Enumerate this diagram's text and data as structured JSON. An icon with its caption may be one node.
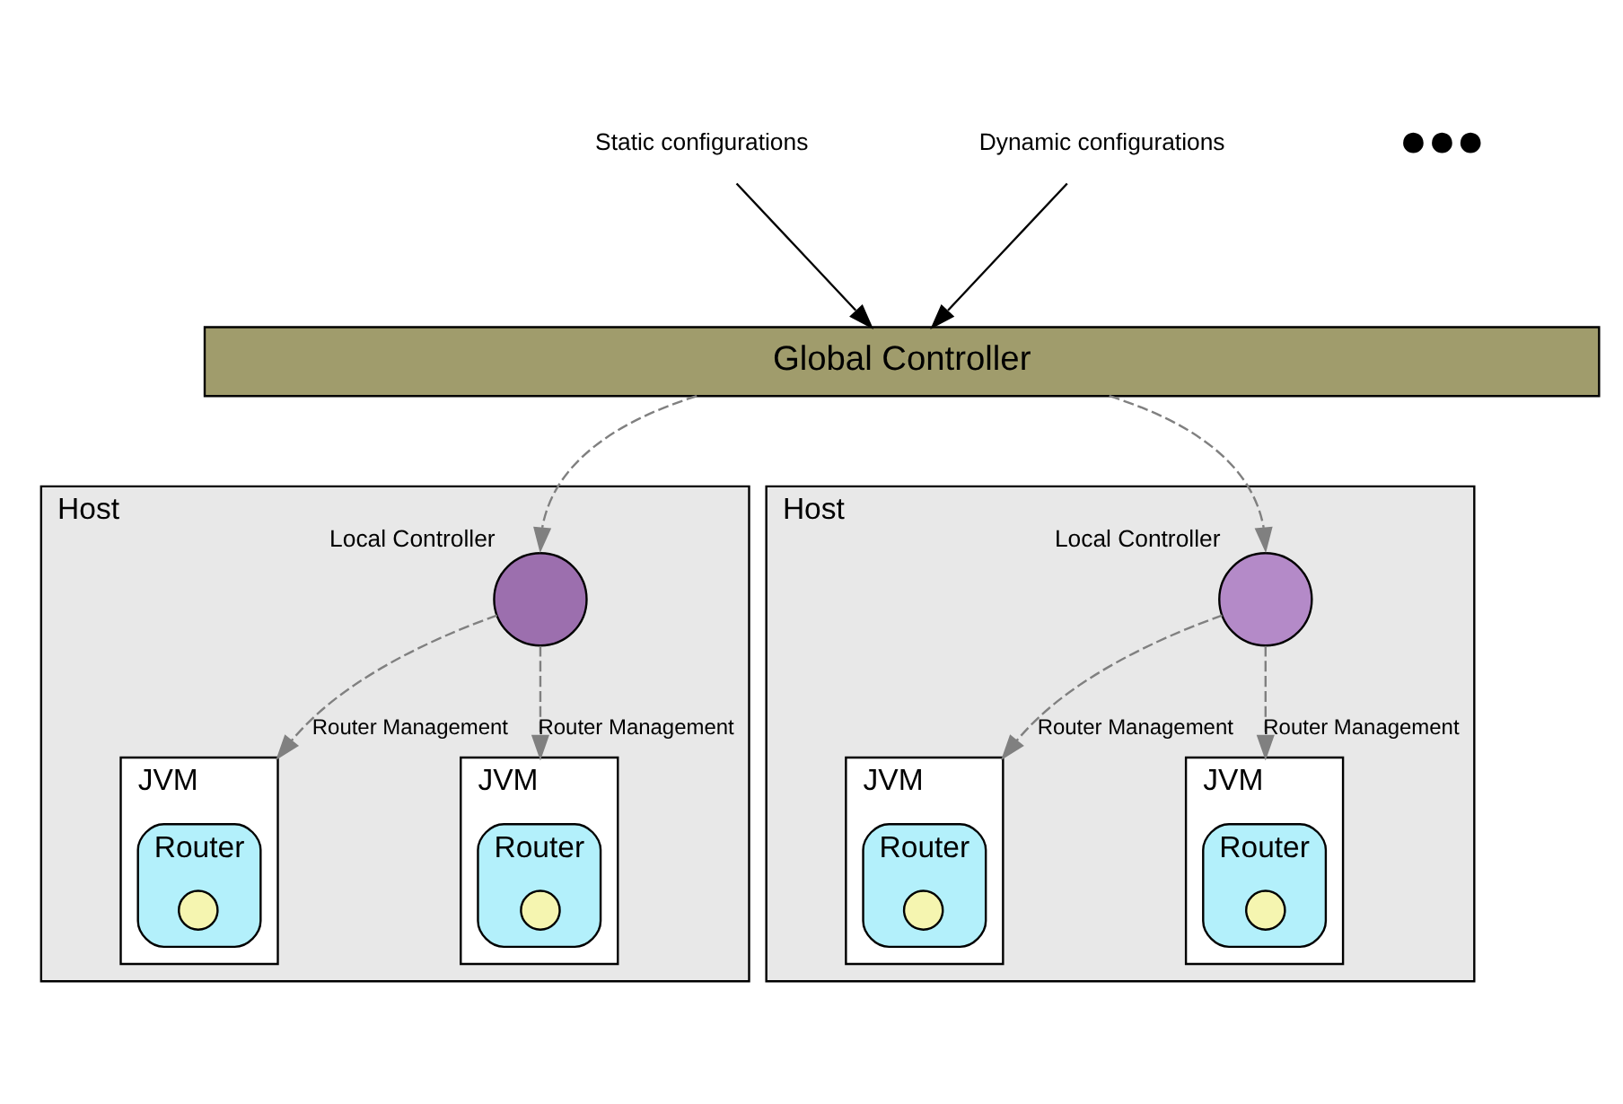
{
  "diagram": {
    "nodes": [
      {
        "text": [
          "Static configurations"
        ]
      },
      {
        "text": [
          "Dynamic configurations"
        ]
      },
      {
        "text": [
          "Global Controller"
        ]
      },
      {
        "text": [
          "Host"
        ]
      },
      {
        "text": [],
        "shape": "circle",
        "beside": [
          "Local Controller"
        ],
        "in": 3
      },
      {
        "text": [
          "JVM"
        ],
        "in": 3
      },
      {
        "text": [
          "Router"
        ],
        "in": 5
      },
      {
        "text": [],
        "shape": "circle",
        "in": 6
      },
      {
        "text": [
          "JVM"
        ],
        "in": 3
      },
      {
        "text": [
          "Router"
        ],
        "in": 8
      },
      {
        "text": [],
        "shape": "circle",
        "in": 9
      },
      {
        "text": [
          "Host"
        ]
      },
      {
        "text": [],
        "shape": "circle",
        "beside": [
          "Local Controller"
        ],
        "in": 11
      },
      {
        "text": [
          "JVM"
        ],
        "in": 11
      },
      {
        "text": [
          "Router"
        ],
        "in": 13
      },
      {
        "text": [],
        "shape": "circle",
        "in": 14
      },
      {
        "text": [
          "JVM"
        ],
        "in": 11
      },
      {
        "text": [
          "Router"
        ],
        "in": 16
      },
      {
        "text": [],
        "shape": "circle",
        "in": 17
      }
    ],
    "edges": [
      {
        "from": 0,
        "to": 2,
        "arrow": "to",
        "color": "#000000"
      },
      {
        "from": 1,
        "to": 2,
        "arrow": "to",
        "color": "#000000"
      },
      {
        "from": 2,
        "to": 4,
        "arrow": "to",
        "style": "dashed",
        "color": "#808080"
      },
      {
        "from": 2,
        "to": 12,
        "arrow": "to",
        "style": "dashed",
        "color": "#808080"
      },
      {
        "from": 4,
        "to": 5,
        "arrow": "to",
        "style": "dashed",
        "color": "#808080",
        "label": "Router Management"
      },
      {
        "from": 4,
        "to": 8,
        "arrow": "to",
        "style": "dashed",
        "color": "#808080",
        "label": "Router Management"
      },
      {
        "from": 12,
        "to": 13,
        "arrow": "to",
        "style": "dashed",
        "color": "#808080",
        "label": "Router Management"
      },
      {
        "from": 12,
        "to": 16,
        "arrow": "to",
        "style": "dashed",
        "color": "#808080",
        "label": "Router Management"
      }
    ],
    "labels": [
      "●●●"
    ]
  }
}
